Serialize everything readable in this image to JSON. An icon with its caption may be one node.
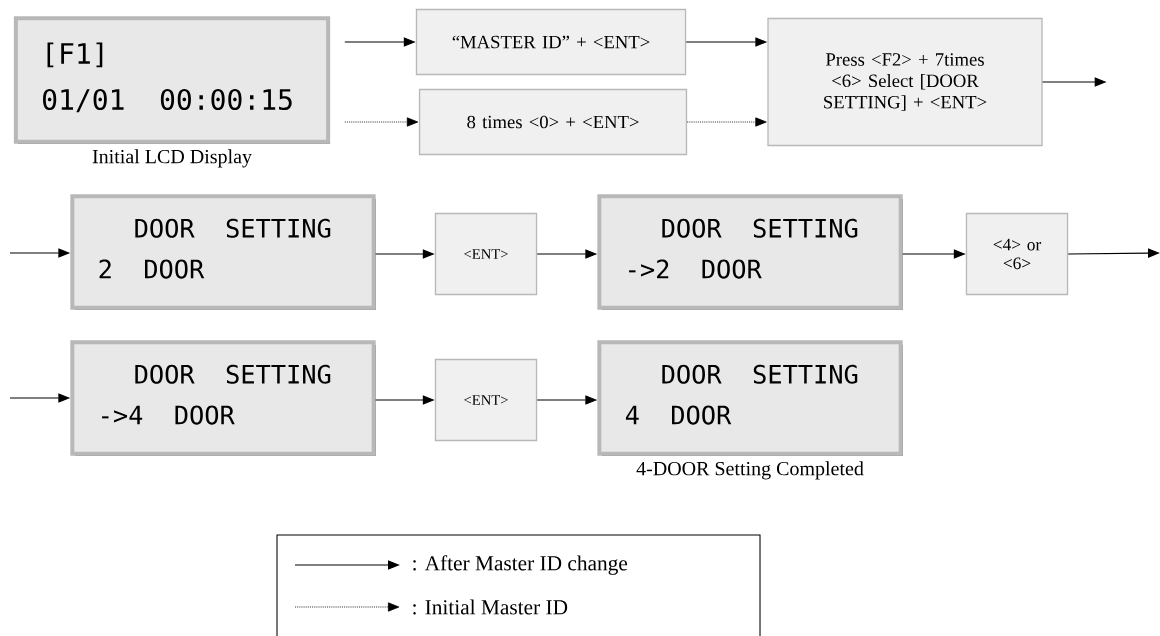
{
  "diagram": {
    "nodes": [
      {
        "text": [
          "[F1]",
          "01/01 00:00:15"
        ],
        "beside": [
          "Initial LCD Display"
        ]
      },
      {
        "text": [
          "“MASTER ID” + <ENT>"
        ]
      },
      {
        "text": [
          "8 times <0> + <ENT>"
        ]
      },
      {
        "text": [
          "Press <F2> + 7times <6> Select [DOOR SETTING] + <ENT>"
        ]
      },
      {
        "text": [
          "DOOR SETTING",
          "2 DOOR"
        ]
      },
      {
        "text": [
          "<ENT>"
        ]
      },
      {
        "text": [
          "DOOR SETTING",
          "->2 DOOR"
        ]
      },
      {
        "text": [
          "<4> or <6>"
        ]
      },
      {
        "text": [
          "DOOR SETTING",
          "->4 DOOR"
        ]
      },
      {
        "text": [
          "<ENT>"
        ]
      },
      {
        "text": [
          "DOOR SETTING",
          "4 DOOR"
        ],
        "beside": [
          "4-DOOR Setting Completed"
        ]
      }
    ],
    "edges": [
      {
        "from": 0,
        "to": 1,
        "arrow": "to"
      },
      {
        "from": 0,
        "to": 2,
        "arrow": "to",
        "style": "dashed"
      },
      {
        "from": 1,
        "to": 3,
        "arrow": "to"
      },
      {
        "from": 2,
        "to": 3,
        "arrow": "to",
        "style": "dashed"
      },
      {
        "from": 3,
        "to": null,
        "arrow": "to"
      },
      {
        "from": null,
        "to": 4,
        "arrow": "to"
      },
      {
        "from": 4,
        "to": 5,
        "arrow": "to"
      },
      {
        "from": 5,
        "to": 6,
        "arrow": "to"
      },
      {
        "from": 6,
        "to": 7,
        "arrow": "to"
      },
      {
        "from": 7,
        "to": null,
        "arrow": "to"
      },
      {
        "from": null,
        "to": 8,
        "arrow": "to"
      },
      {
        "from": 8,
        "to": 9,
        "arrow": "to"
      },
      {
        "from": 9,
        "to": 10,
        "arrow": "to"
      }
    ],
    "legend": [
      {
        "text": ": After Master ID change"
      },
      {
        "text": ": Initial Master ID"
      }
    ]
  }
}
